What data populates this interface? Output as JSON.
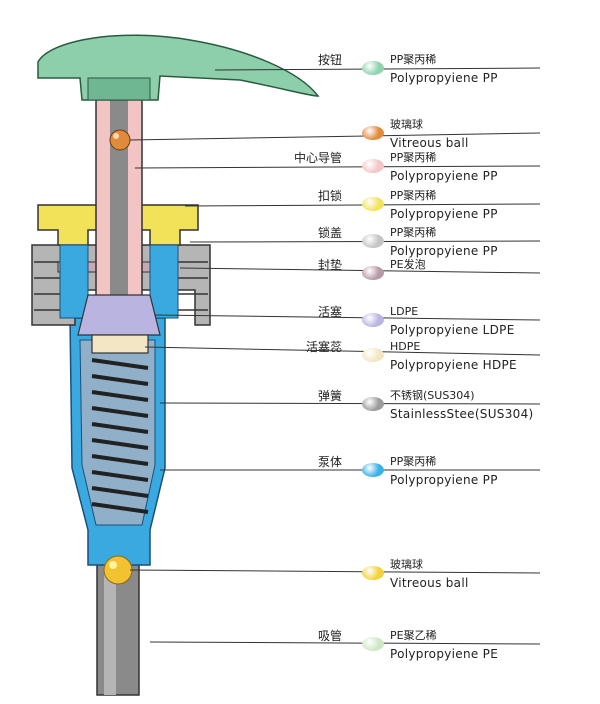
{
  "colors": {
    "cap": "#8ccfaa",
    "tube": "#f2c4c4",
    "lock": "#f2e25a",
    "collar": "#bdbdbd",
    "body": "#3aa9e0",
    "ball": "#f0b040"
  },
  "labels": [
    {
      "part": "按钮",
      "mat1": "PP聚丙稀",
      "mat2": "Polypropyiene PP",
      "dot": "#8fd3b0"
    },
    {
      "part": "",
      "mat1": "玻璃球",
      "mat2": "Vitreous ball",
      "dot": "#e08a3c"
    },
    {
      "part": "中心导管",
      "mat1": "PP聚丙稀",
      "mat2": "Polypropyiene PP",
      "dot": "#f4c6c6"
    },
    {
      "part": "扣锁",
      "mat1": "PP聚丙稀",
      "mat2": "Polypropyiene PP",
      "dot": "#f2e35c"
    },
    {
      "part": "锁盖",
      "mat1": "PP聚丙稀",
      "mat2": "Polypropyiene PP",
      "dot": "#c4c4c4"
    },
    {
      "part": "封垫",
      "mat1": "PE发泡",
      "mat2": "",
      "dot": "#b89aa6"
    },
    {
      "part": "活塞",
      "mat1": "LDPE",
      "mat2": "Polypropyiene LDPE",
      "dot": "#b9b4e0"
    },
    {
      "part": "活塞蕊",
      "mat1": "HDPE",
      "mat2": "Polypropyiene HDPE",
      "dot": "#f3e6c4"
    },
    {
      "part": "弹簧",
      "mat1": "不锈钢(SUS304)",
      "mat2": "StainlessStee(SUS304)",
      "dot": "#9c9c9c"
    },
    {
      "part": "泵体",
      "mat1": "PP聚丙稀",
      "mat2": "Polypropyiene PP",
      "dot": "#3ab0e6"
    },
    {
      "part": "",
      "mat1": "玻璃球",
      "mat2": "Vitreous ball",
      "dot": "#f2d33a"
    },
    {
      "part": "吸管",
      "mat1": "PE聚乙稀",
      "mat2": "Polypropyiene PE",
      "dot": "#cfe8c4"
    }
  ]
}
